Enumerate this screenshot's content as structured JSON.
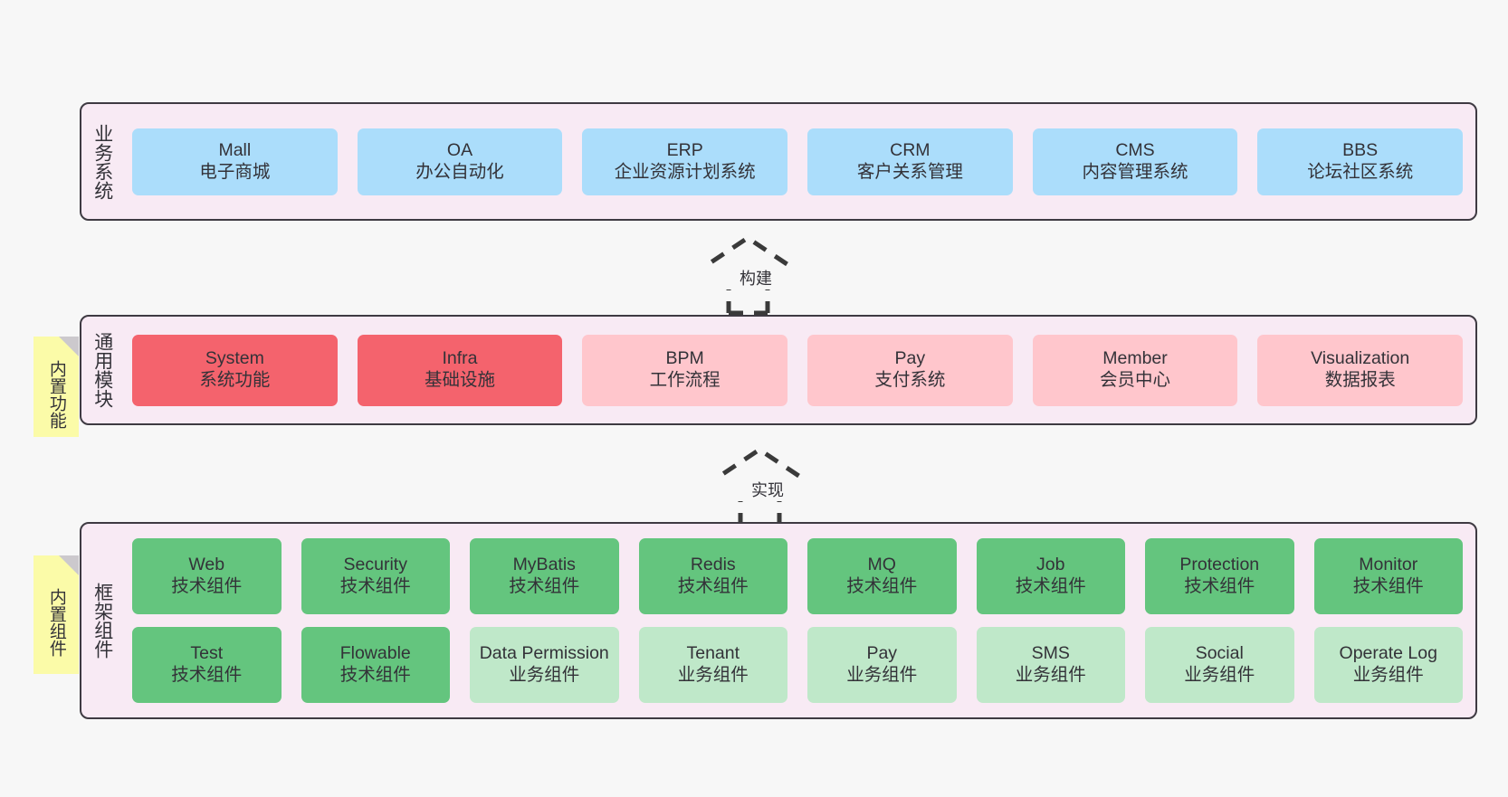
{
  "diagram": {
    "background_color": "#f7f7f7",
    "layer_fill": "#f8eaf4",
    "layer_border": "#3e3a42",
    "note_color": "#fbfba8"
  },
  "layers": [
    {
      "id": "business",
      "title": "业务系统",
      "accent": "#abddfb",
      "cards": [
        {
          "en": "Mall",
          "cn": "电子商城"
        },
        {
          "en": "OA",
          "cn": "办公自动化"
        },
        {
          "en": "ERP",
          "cn": "企业资源计划系统"
        },
        {
          "en": "CRM",
          "cn": "客户关系管理"
        },
        {
          "en": "CMS",
          "cn": "内容管理系统"
        },
        {
          "en": "BBS",
          "cn": "论坛社区系统"
        }
      ]
    },
    {
      "id": "common",
      "title": "通用模块",
      "note": "内置功能",
      "accent_strong": "#f4636d",
      "accent_light": "#ffc6cc",
      "cards": [
        {
          "en": "System",
          "cn": "系统功能",
          "tone": "strong"
        },
        {
          "en": "Infra",
          "cn": "基础设施",
          "tone": "strong"
        },
        {
          "en": "BPM",
          "cn": "工作流程",
          "tone": "light"
        },
        {
          "en": "Pay",
          "cn": "支付系统",
          "tone": "light"
        },
        {
          "en": "Member",
          "cn": "会员中心",
          "tone": "light"
        },
        {
          "en": "Visualization",
          "cn": "数据报表",
          "tone": "light"
        }
      ]
    },
    {
      "id": "framework",
      "title": "框架组件",
      "note": "内置组件",
      "accent_strong": "#64c57e",
      "accent_light": "#bfe8c9",
      "row_top": [
        {
          "en": "Web",
          "cn": "技术组件"
        },
        {
          "en": "Security",
          "cn": "技术组件"
        },
        {
          "en": "MyBatis",
          "cn": "技术组件"
        },
        {
          "en": "Redis",
          "cn": "技术组件"
        },
        {
          "en": "MQ",
          "cn": "技术组件"
        },
        {
          "en": "Job",
          "cn": "技术组件"
        },
        {
          "en": "Protection",
          "cn": "技术组件"
        },
        {
          "en": "Monitor",
          "cn": "技术组件"
        }
      ],
      "row_bottom": [
        {
          "en": "Test",
          "cn": "技术组件",
          "tone": "strong"
        },
        {
          "en": "Flowable",
          "cn": "技术组件",
          "tone": "strong"
        },
        {
          "en": "Data Permission",
          "cn": "业务组件",
          "tone": "light"
        },
        {
          "en": "Tenant",
          "cn": "业务组件",
          "tone": "light"
        },
        {
          "en": "Pay",
          "cn": "业务组件",
          "tone": "light"
        },
        {
          "en": "SMS",
          "cn": "业务组件",
          "tone": "light"
        },
        {
          "en": "Social",
          "cn": "业务组件",
          "tone": "light"
        },
        {
          "en": "Operate Log",
          "cn": "业务组件",
          "tone": "light"
        }
      ]
    }
  ],
  "connectors": [
    {
      "id": "build",
      "label": "构建"
    },
    {
      "id": "impl",
      "label": "实现"
    }
  ]
}
